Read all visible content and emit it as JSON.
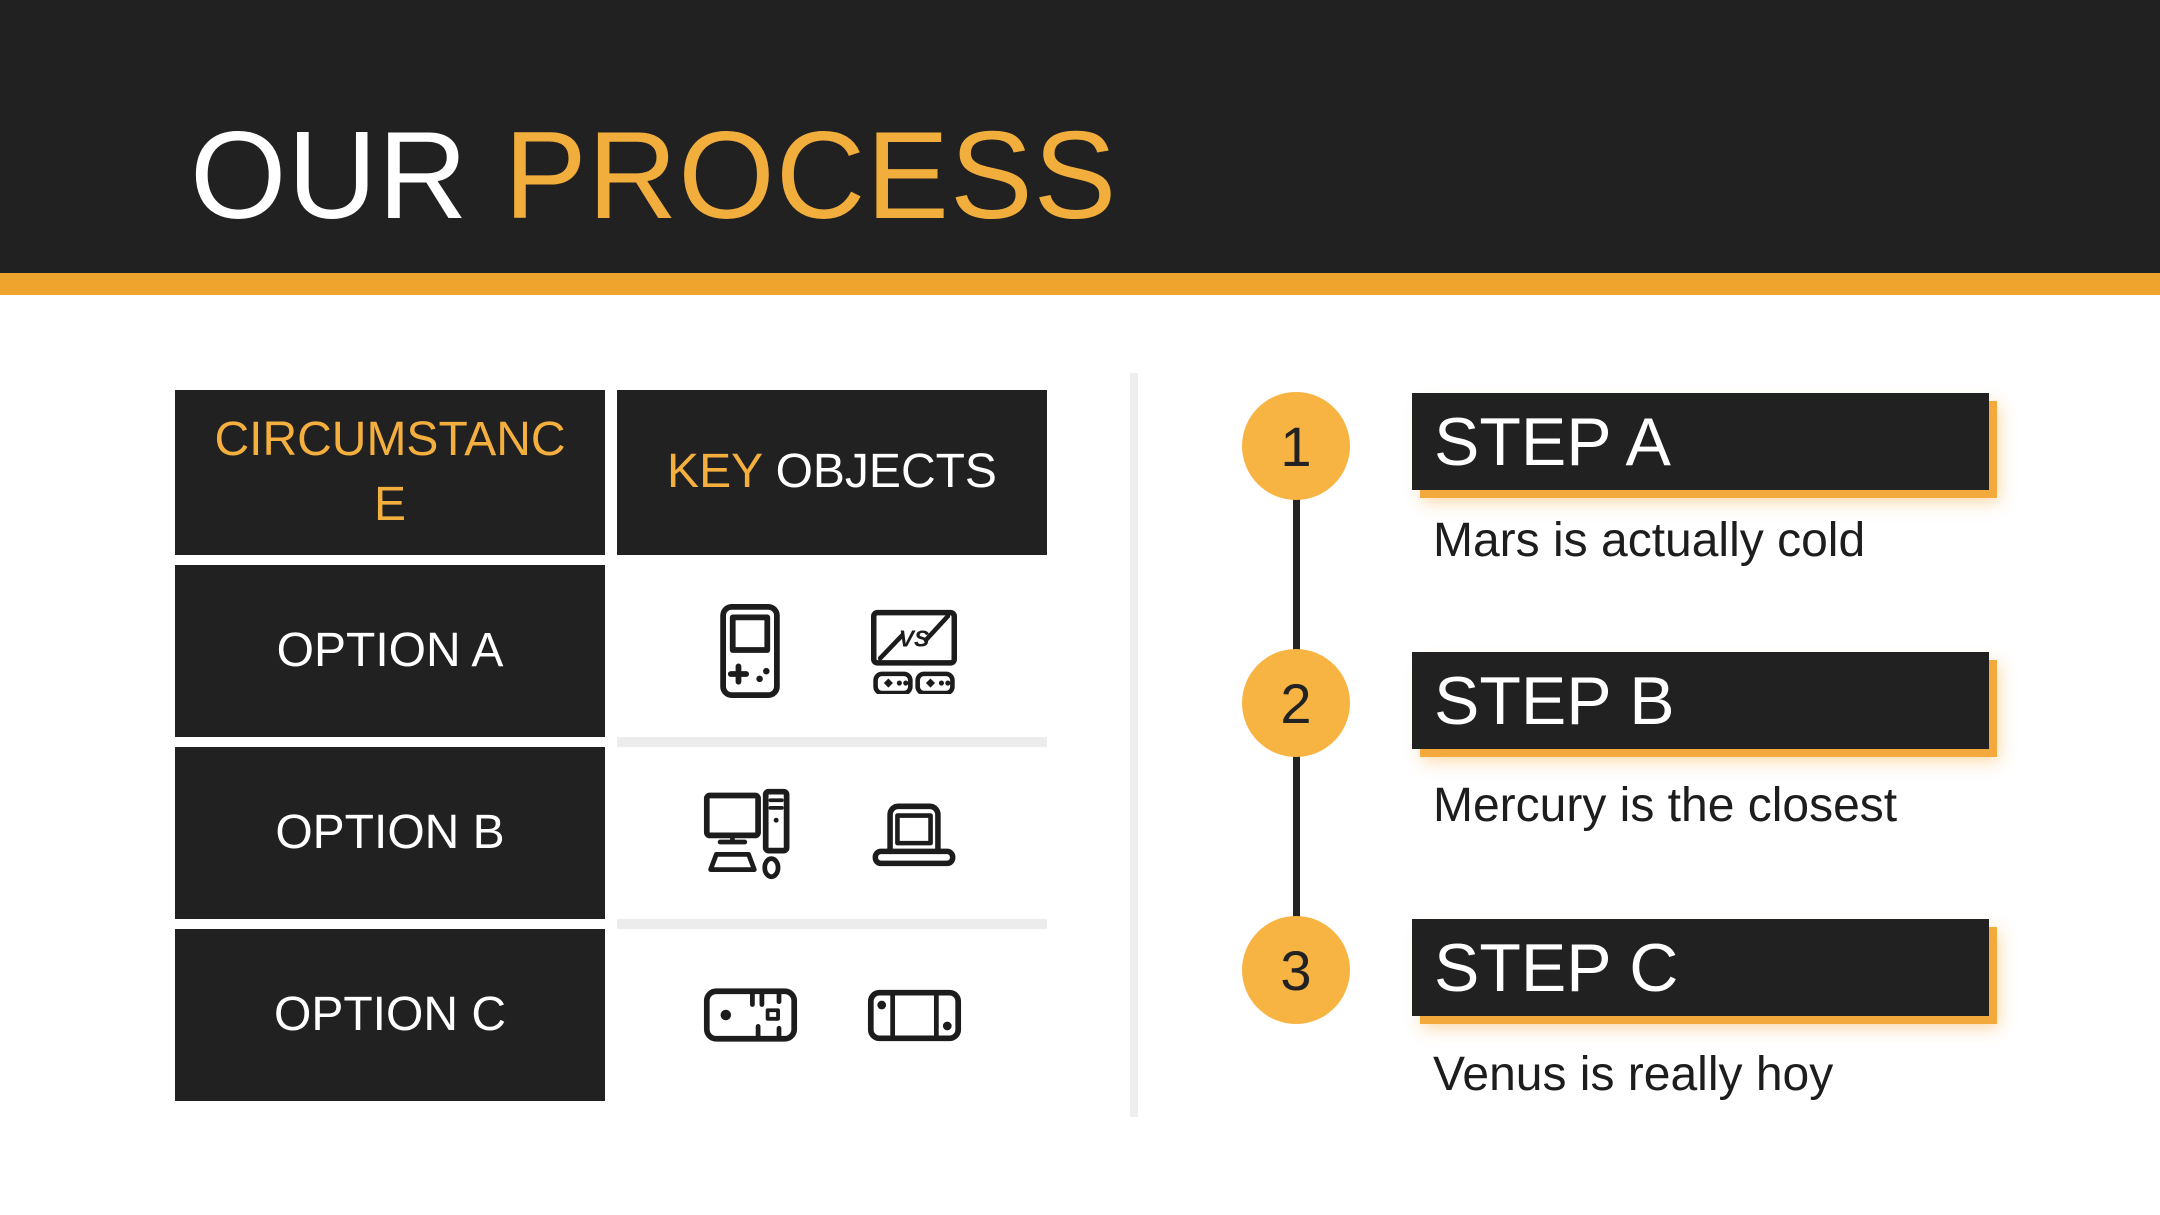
{
  "title": {
    "main": "OUR",
    "accent": "PROCESS"
  },
  "colors": {
    "header_bg": "#212121",
    "accent_stripe": "#EFA42D",
    "title_accent": "#F2AE3C",
    "table_accent_text": "#F5AF3E",
    "circle_fill": "#F7B443",
    "step_bar_shadow": "#F3A93B",
    "divider": "#EEEEEE",
    "body_text": "#1D1D1D"
  },
  "table": {
    "header": {
      "circumstance": "CIRCUMSTANCE",
      "key": "KEY",
      "objects": "OBJECTS"
    },
    "rows": [
      {
        "label": "OPTION A",
        "icons": [
          "gameboy-icon",
          "vs-screen-console-icon"
        ]
      },
      {
        "label": "OPTION B",
        "icons": [
          "desktop-computer-icon",
          "laptop-icon"
        ]
      },
      {
        "label": "OPTION C",
        "icons": [
          "gaming-phone-icon",
          "handheld-console-icon"
        ]
      }
    ]
  },
  "steps": [
    {
      "number": "1",
      "title": "STEP A",
      "description": "Mars is actually cold"
    },
    {
      "number": "2",
      "title": "STEP B",
      "description": "Mercury is the closest"
    },
    {
      "number": "3",
      "title": "STEP C",
      "description": "Venus is really hoy"
    }
  ]
}
